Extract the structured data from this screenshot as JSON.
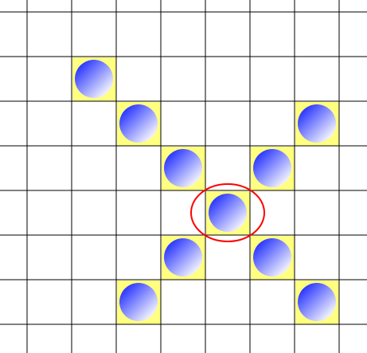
{
  "game": {
    "board": {
      "background_color": "#ffffff",
      "grid_color": "#000000",
      "highlight_color": "#ffff80",
      "marker_color": "#ff0000"
    },
    "piece": {
      "gradient_light": "#ffffff",
      "gradient_dark": "#1f2cff"
    },
    "pieces": [
      {
        "col": 2,
        "row": 1,
        "selected": false
      },
      {
        "col": 3,
        "row": 2,
        "selected": false
      },
      {
        "col": 7,
        "row": 2,
        "selected": false
      },
      {
        "col": 4,
        "row": 3,
        "selected": false
      },
      {
        "col": 6,
        "row": 3,
        "selected": false
      },
      {
        "col": 5,
        "row": 4,
        "selected": true
      },
      {
        "col": 4,
        "row": 5,
        "selected": false
      },
      {
        "col": 6,
        "row": 5,
        "selected": false
      },
      {
        "col": 3,
        "row": 6,
        "selected": false
      },
      {
        "col": 7,
        "row": 6,
        "selected": false
      }
    ]
  }
}
